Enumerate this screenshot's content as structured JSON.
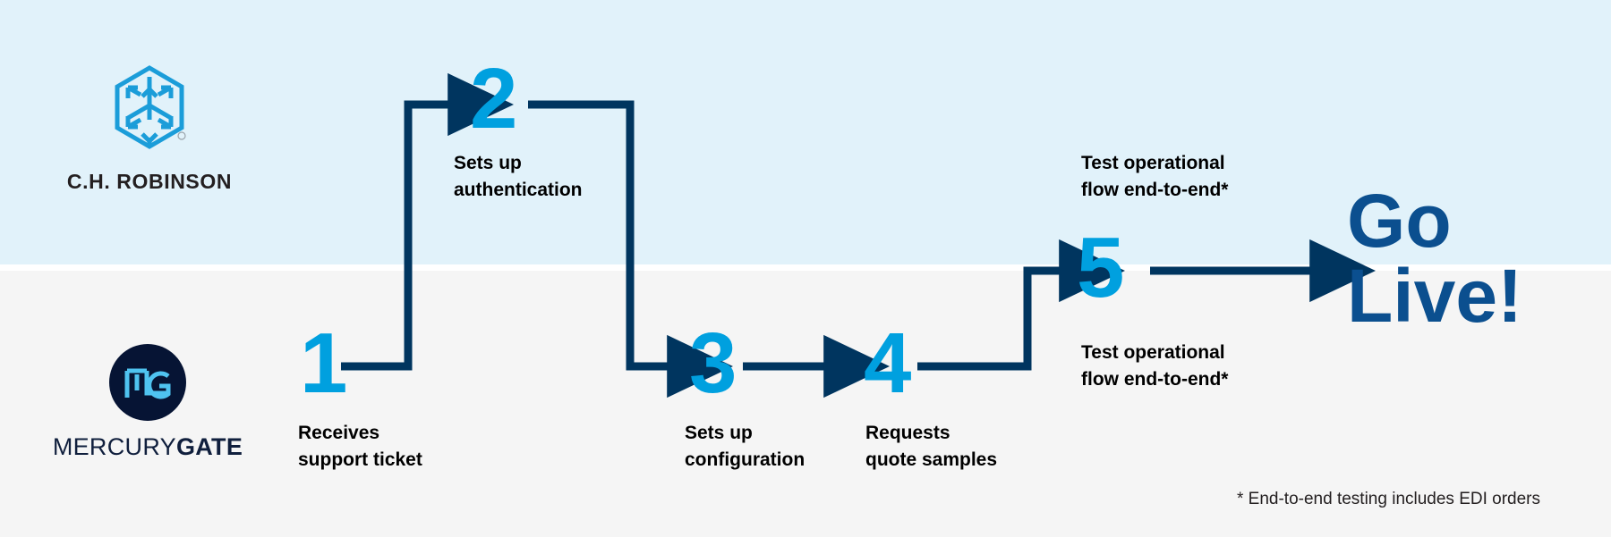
{
  "diagram": {
    "title": "C.H. Robinson / MercuryGate onboarding flow",
    "colors": {
      "band_top": "#e1f2fa",
      "band_bottom": "#f5f5f5",
      "number_blue": "#00a0df",
      "arrow_navy": "#00355f",
      "golive_blue": "#0b4f8f",
      "mg_navy": "#061434",
      "mg_logo_blue": "#4fc3f0"
    }
  },
  "lanes": {
    "top": {
      "name": "C.H. Robinson",
      "logo_wordmark": "C.H. ROBINSON",
      "logo_icon": "chr-hexagon-arrows-icon"
    },
    "bottom": {
      "name": "MercuryGate",
      "logo_wordmark_light": "MERCURY",
      "logo_wordmark_bold": "GATE",
      "logo_icon": "mercurygate-mg-monogram-icon"
    }
  },
  "steps": [
    {
      "number": "1",
      "caption": "Receives\nsupport ticket",
      "lane": "bottom"
    },
    {
      "number": "2",
      "caption": "Sets up\nauthentication",
      "lane": "top"
    },
    {
      "number": "3",
      "caption": "Sets up\nconfiguration",
      "lane": "bottom"
    },
    {
      "number": "4",
      "caption": "Requests\nquote samples",
      "lane": "bottom"
    },
    {
      "number": "5",
      "caption_top": "Test operational\nflow end-to-end*",
      "caption_bottom": "Test operational\nflow end-to-end*",
      "lane": "both"
    }
  ],
  "outcome": {
    "label": "Go\nLive!"
  },
  "footnote": {
    "text": "* End-to-end testing includes EDI orders"
  }
}
